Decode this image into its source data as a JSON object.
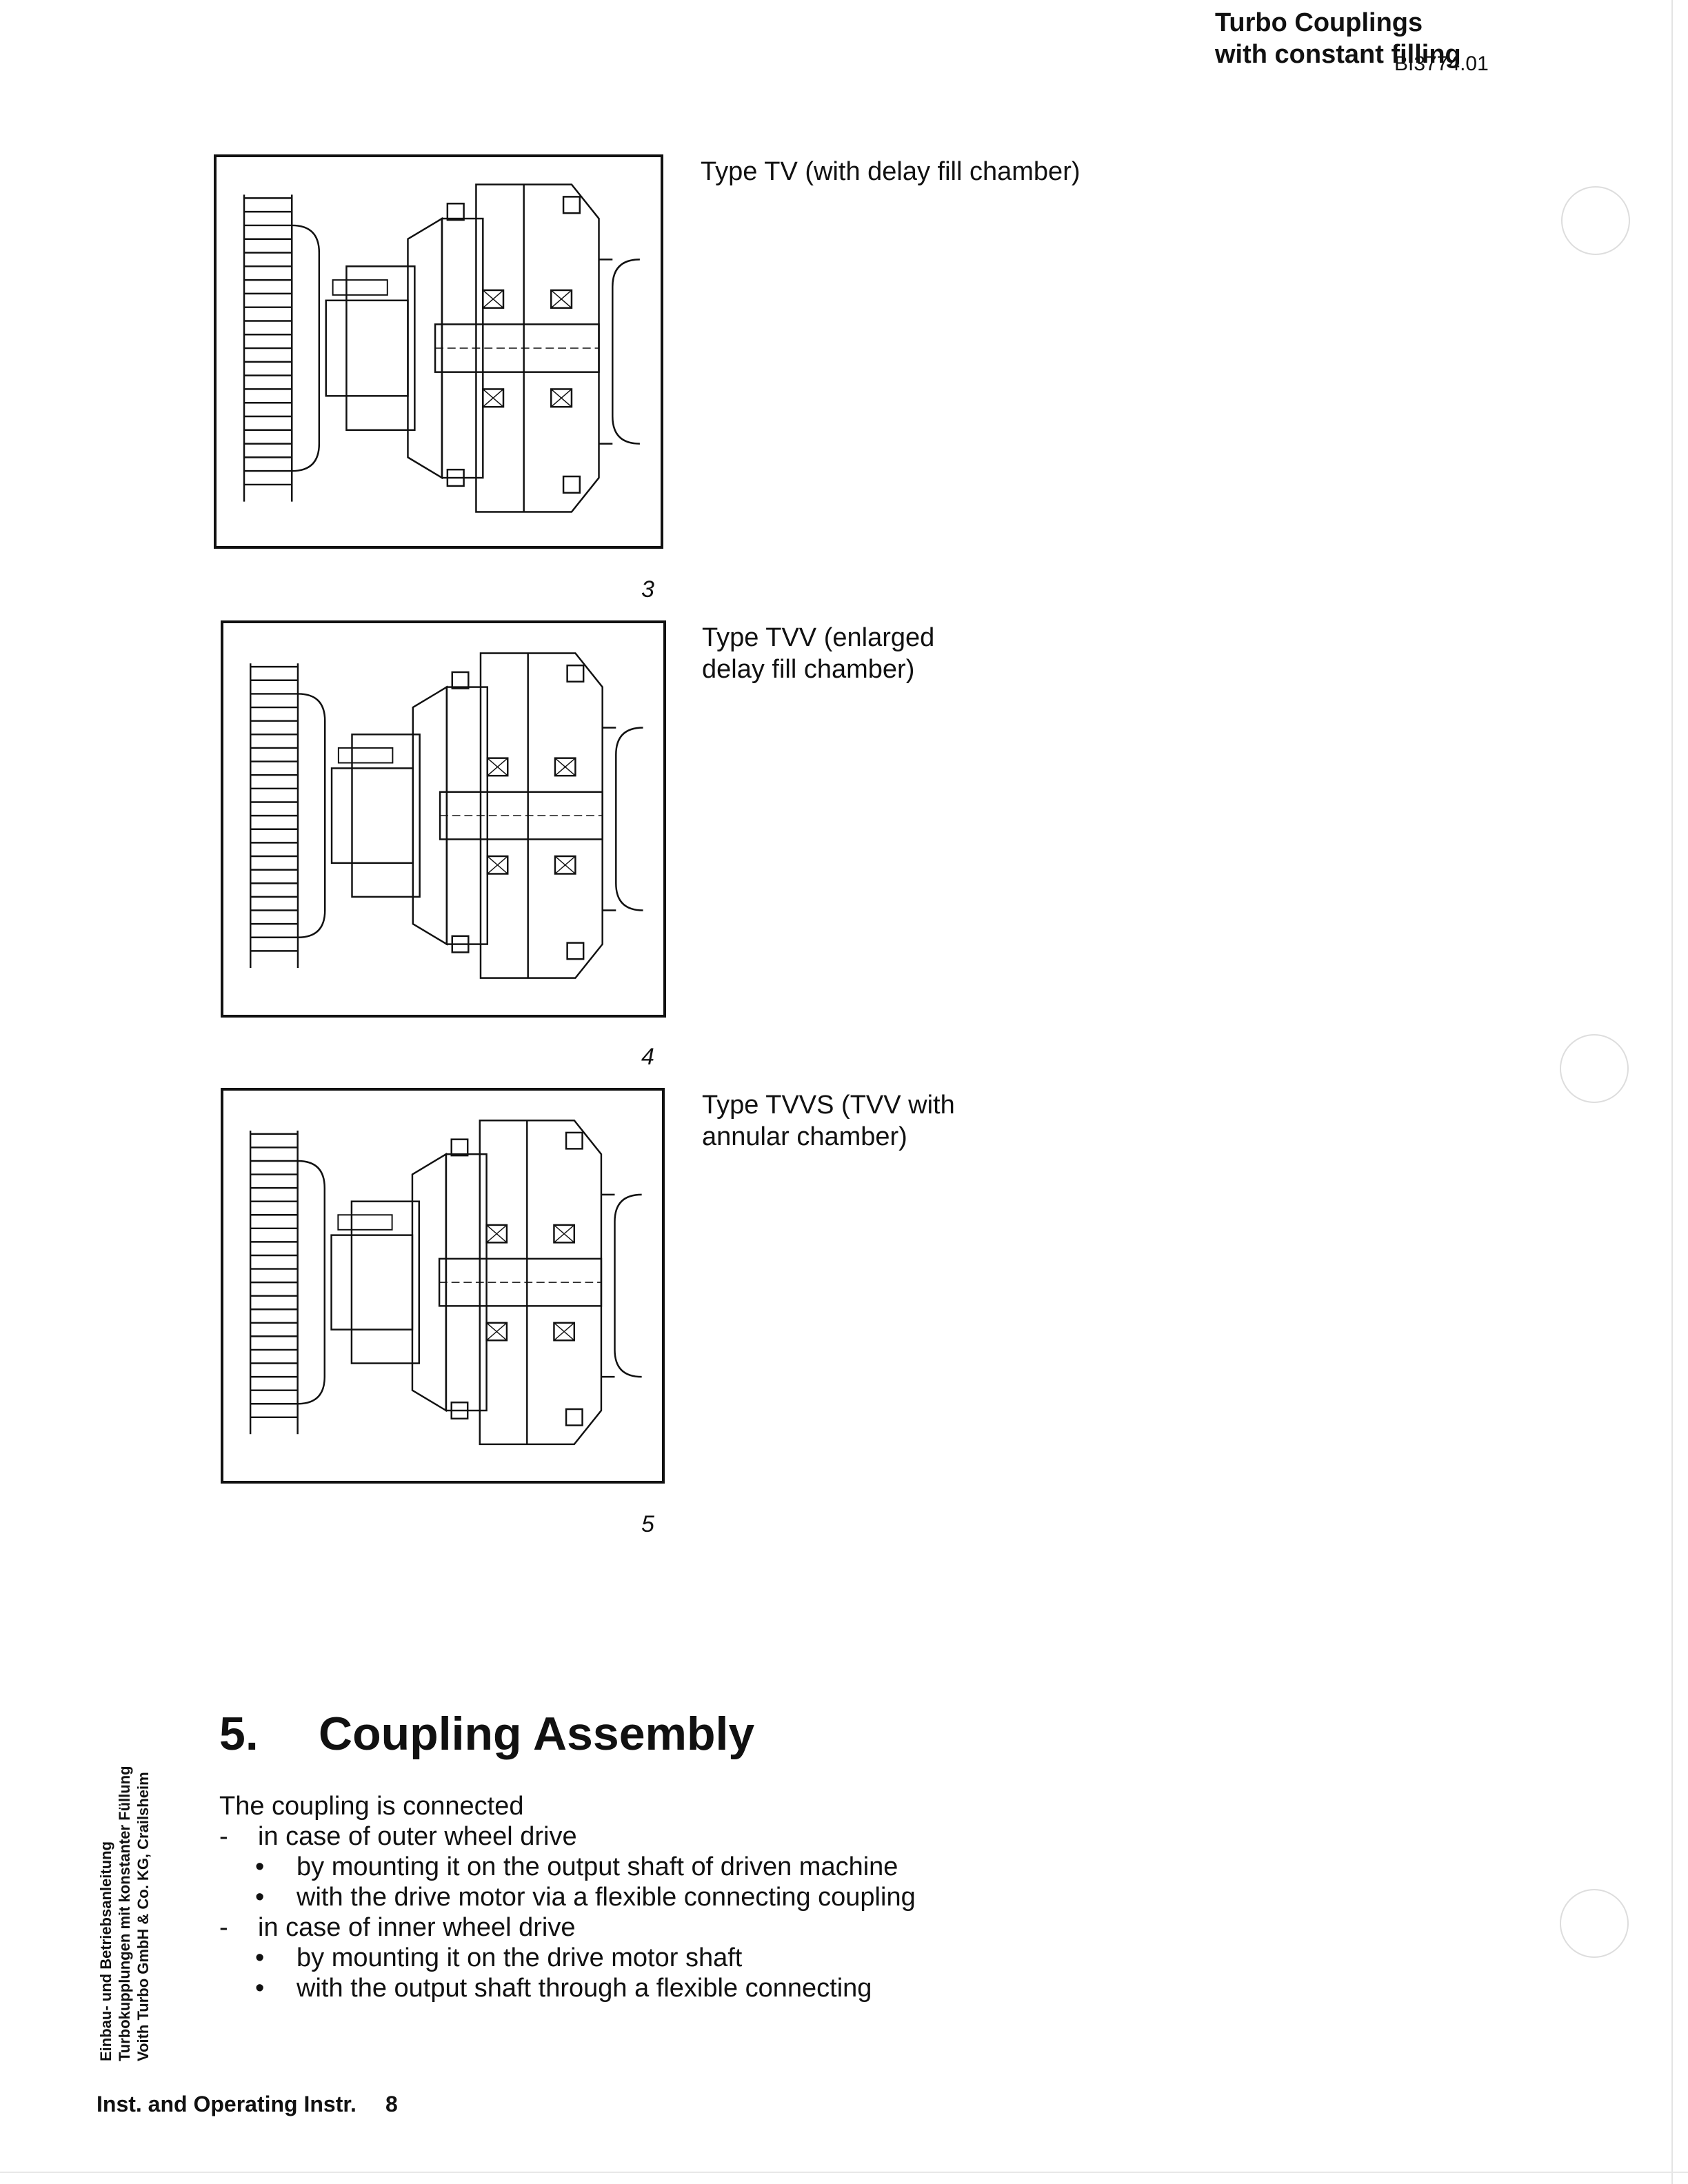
{
  "header": {
    "title_line1": "Turbo Couplings",
    "title_line2": "with constant filling",
    "doc_id": "BI3774.01"
  },
  "figures": [
    {
      "number": "3",
      "caption": "Type TV (with delay fill chamber)"
    },
    {
      "number": "4",
      "caption_line1": "Type TVV (enlarged",
      "caption_line2": "delay fill chamber)"
    },
    {
      "number": "5",
      "caption_line1": "Type TVVS (TVV with",
      "caption_line2": "annular chamber)"
    }
  ],
  "section": {
    "number": "5.",
    "title": "Coupling Assembly",
    "intro": "The coupling is connected",
    "groups": [
      {
        "marker": "-",
        "text": "in case of outer wheel drive",
        "items": [
          "by mounting it on the output shaft of driven machine",
          "with the drive motor via a flexible connecting coupling"
        ]
      },
      {
        "marker": "-",
        "text": "in case of inner wheel drive",
        "items": [
          "by mounting it on the drive motor shaft",
          "with the output shaft through a flexible connecting"
        ]
      }
    ],
    "bullet_symbol": "•"
  },
  "sidebar": {
    "line1": "Einbau- und Betriebsanleitung",
    "line2": "Turbokupplungen mit konstanter Füllung",
    "line3": "Voith Turbo GmbH & Co. KG, Crailsheim"
  },
  "footer": {
    "label": "Inst. and Operating Instr.",
    "page": "8"
  }
}
